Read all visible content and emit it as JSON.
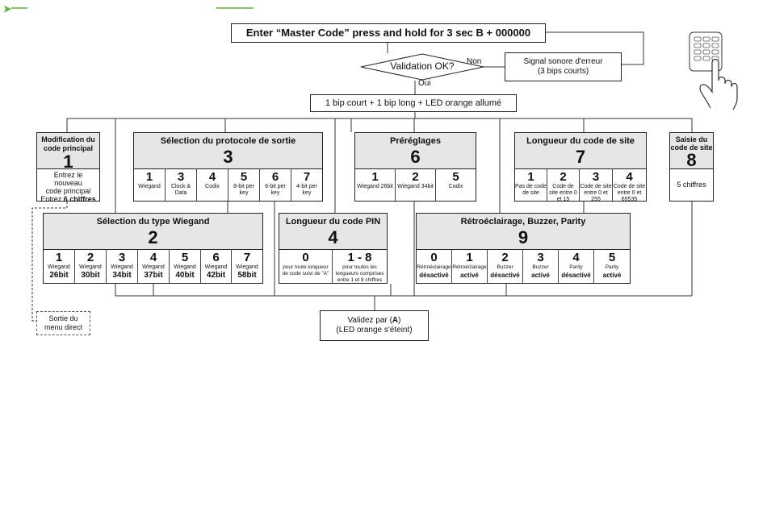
{
  "start": "Enter “Master Code” press and hold for 3 sec B + 000000",
  "decision": {
    "label": "Validation OK?",
    "no": "Non",
    "yes": "Oui"
  },
  "error": {
    "line1": "Signal sonore d'erreur",
    "line2": "(3 bips courts)"
  },
  "confirm": "1 bip court + 1 bip long + LED orange allumé",
  "box1": {
    "title1": "Modification du",
    "title2": "code principal",
    "num": "1",
    "l1": "Entrez le",
    "l2": "nouveau",
    "l3": "code principal",
    "l4a": "Entrez ",
    "l4b": "6 chiffres"
  },
  "box3": {
    "title": "Sélection du protocole de sortie",
    "num": "3",
    "cells": [
      {
        "n": "1",
        "s": "Wiegand"
      },
      {
        "n": "3",
        "s": "Clock & Data"
      },
      {
        "n": "4",
        "s": "Codix"
      },
      {
        "n": "5",
        "s": "8-bit per key"
      },
      {
        "n": "6",
        "s": "6-bit per key"
      },
      {
        "n": "7",
        "s": "4-bit per key"
      }
    ]
  },
  "box6": {
    "title": "Préréglages",
    "num": "6",
    "cells": [
      {
        "n": "1",
        "s": "Wiegand 26bit"
      },
      {
        "n": "2",
        "s": "Wiegand 34bit"
      },
      {
        "n": "5",
        "s": "Codix"
      }
    ]
  },
  "box7": {
    "title": "Longueur du code de site",
    "num": "7",
    "cells": [
      {
        "n": "1",
        "s": "Pas de code de site"
      },
      {
        "n": "2",
        "s": "Code de site entre 0 et 15"
      },
      {
        "n": "3",
        "s": "Code de site entre 0 et 255"
      },
      {
        "n": "4",
        "s": "Code de site entre 0 et 65535"
      }
    ]
  },
  "box8": {
    "title1": "Saisie du",
    "title2": "code de site",
    "num": "8",
    "body": "5 chiffres"
  },
  "box2": {
    "title": "Sélection du type Wiegand",
    "num": "2",
    "cells": [
      {
        "n": "1",
        "s": "Wiegand",
        "b": "26bit"
      },
      {
        "n": "2",
        "s": "Wiegand",
        "b": "30bit"
      },
      {
        "n": "3",
        "s": "Wiegand",
        "b": "34bit"
      },
      {
        "n": "4",
        "s": "Wiegand",
        "b": "37bit"
      },
      {
        "n": "5",
        "s": "Wiegand",
        "b": "40bit"
      },
      {
        "n": "6",
        "s": "Wiegand",
        "b": "42bit"
      },
      {
        "n": "7",
        "s": "Wiegand",
        "b": "58bit"
      }
    ]
  },
  "box4": {
    "title": "Longueur du code PIN",
    "num": "4",
    "cells": [
      {
        "n": "0",
        "s": "pour toute longueur de code suivi de \"A\""
      },
      {
        "n": "1 - 8",
        "s": "pour toutes les longueurs comprises entre 1 et 8 chiffres"
      }
    ]
  },
  "box9": {
    "title": "Rétroéclairage, Buzzer, Parity",
    "num": "9",
    "cells": [
      {
        "n": "0",
        "s": "Rétroéclairage",
        "b": "désactivé"
      },
      {
        "n": "1",
        "s": "Rétroéclairage",
        "b": "activé"
      },
      {
        "n": "2",
        "s": "Buzzer",
        "b": "désactivé"
      },
      {
        "n": "3",
        "s": "Buzzer",
        "b": "activé"
      },
      {
        "n": "4",
        "s": "Parity",
        "b": "désactivé"
      },
      {
        "n": "5",
        "s": "Parity",
        "b": "activé"
      }
    ]
  },
  "exit": {
    "l1": "Sortie du",
    "l2": "menu direct"
  },
  "validate": {
    "l1a": "Validez par (",
    "l1b": "A",
    "l1c": ")",
    "l2": "(LED orange s'éteint)"
  },
  "colors": {
    "accent": "#5ab42e"
  }
}
